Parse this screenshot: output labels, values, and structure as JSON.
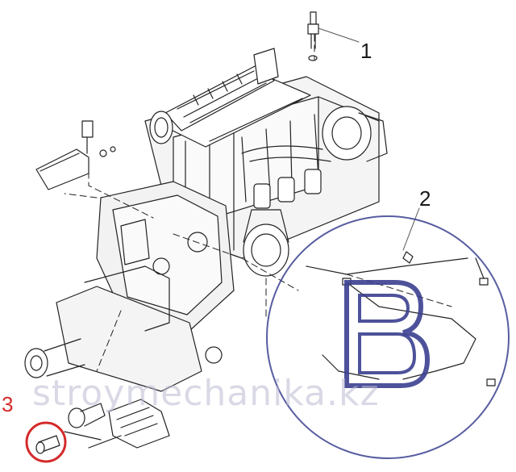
{
  "callouts": [
    {
      "id": "1",
      "label": "1",
      "color": "#1a1a1a"
    },
    {
      "id": "2",
      "label": "2",
      "color": "#1a1a1a"
    },
    {
      "id": "3",
      "label": "3",
      "color": "#d42a2a"
    }
  ],
  "watermark": {
    "logo_letter": "B",
    "text": "stroymechanika.kz",
    "color": "#3a3f8f"
  },
  "highlight": {
    "color": "#d42a2a"
  }
}
